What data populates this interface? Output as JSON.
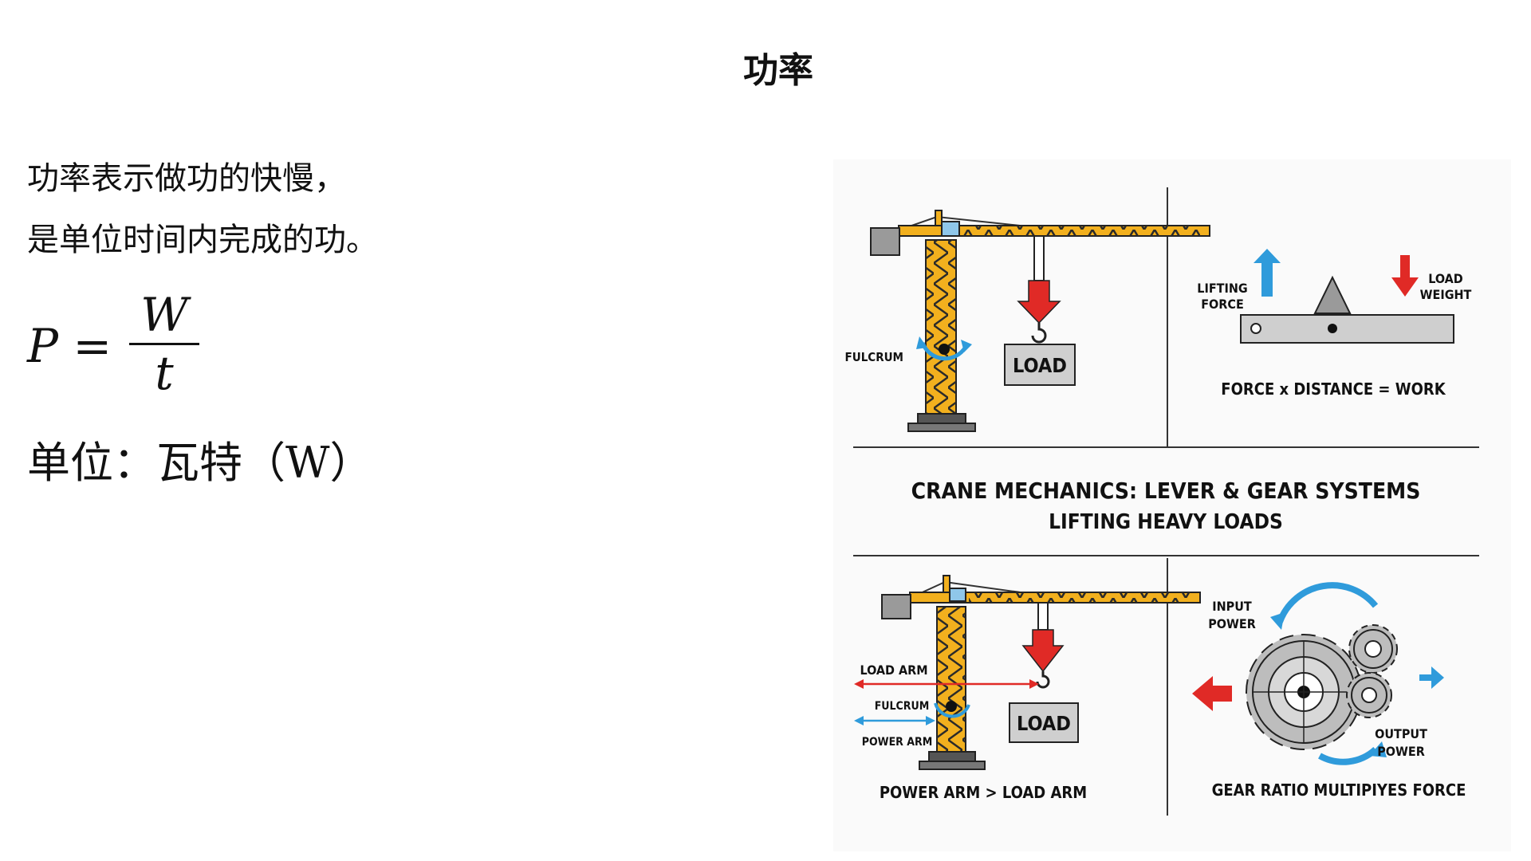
{
  "slide": {
    "title": "功率",
    "description": [
      "功率表示做功的快慢，",
      "是单位时间内完成的功。"
    ],
    "formula": {
      "lhs": "P =",
      "numerator": "W",
      "denominator": "t"
    },
    "unit": "单位：瓦特（W）"
  },
  "figure": {
    "header": {
      "title": "CRANE MECHANICS: LEVER & GEAR SYSTEMS",
      "subtitle": "LIFTING HEAVY LOADS"
    },
    "panel_tl": {
      "fulcrum": "FULCRUM",
      "load": "LOAD"
    },
    "panel_tr": {
      "lifting_force": [
        "LIFTING",
        "FORCE"
      ],
      "load_weight": [
        "LOAD",
        "WEIGHT"
      ],
      "caption": "FORCE x DISTANCE = WORK"
    },
    "panel_bl": {
      "load_arm": "LOAD ARM",
      "fulcrum": "FULCRUM",
      "power_arm": "POWER ARM",
      "load": "LOAD",
      "caption": "POWER ARM > LOAD ARM"
    },
    "panel_br": {
      "input_power": [
        "INPUT",
        "POWER"
      ],
      "output_power": [
        "OUTPUT",
        "POWER"
      ],
      "caption": "GEAR RATIO MULTIPIYES FORCE"
    },
    "colors": {
      "crane": "#f2b01e",
      "up_arrow": "#2f9bdb",
      "down_arrow": "#e02a26",
      "gear": "#bdbdbd",
      "beam": "#cfcfcf"
    }
  }
}
